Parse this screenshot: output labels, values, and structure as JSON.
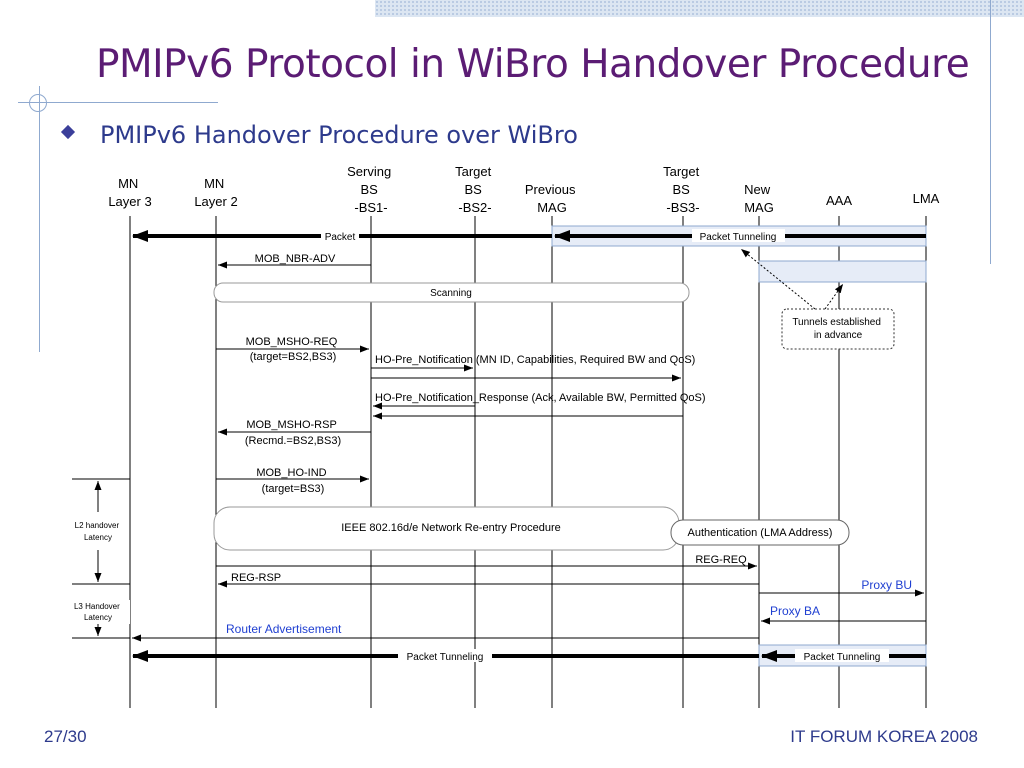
{
  "slide": {
    "title": "PMIPv6 Protocol in WiBro Handover Procedure",
    "subtitle": "PMIPv6 Handover Procedure over WiBro",
    "page_number": "27/30",
    "footer": "IT FORUM KOREA 2008"
  },
  "colors": {
    "title": "#5b1c74",
    "subtitle": "#2d3a8c",
    "blue_label": "#1f3fd1",
    "tunnel_fill": "#e6ecf7"
  },
  "entities": [
    {
      "id": "mn-l3",
      "lines": [
        "MN",
        "Layer 3"
      ]
    },
    {
      "id": "mn-l2",
      "lines": [
        "MN",
        "Layer 2"
      ]
    },
    {
      "id": "serving-bs",
      "lines": [
        "Serving",
        "BS",
        "-BS1-"
      ]
    },
    {
      "id": "target-bs2",
      "lines": [
        "Target",
        "BS",
        "-BS2-"
      ]
    },
    {
      "id": "previous-mag",
      "lines": [
        "Previous",
        "MAG"
      ]
    },
    {
      "id": "target-bs3",
      "lines": [
        "Target",
        "BS",
        "-BS3-"
      ]
    },
    {
      "id": "new-mag",
      "lines": [
        "New",
        "MAG"
      ]
    },
    {
      "id": "aaa",
      "lines": [
        "AAA"
      ]
    },
    {
      "id": "lma",
      "lines": [
        "LMA"
      ]
    }
  ],
  "messages": {
    "packet": "Packet",
    "packet_tunneling_top": "Packet Tunneling",
    "mob_nbr_adv": "MOB_NBR-ADV",
    "scanning": "Scanning",
    "tunnels_note": [
      "Tunnels established",
      "in advance"
    ],
    "mob_msho_req": [
      "MOB_MSHO-REQ",
      "(target=BS2,BS3)"
    ],
    "ho_pre_notification": "HO-Pre_Notification (MN ID, Capabilities, Required BW and QoS)",
    "ho_pre_notification_response": "HO-Pre_Notification_Response (Ack, Available BW, Permitted QoS)",
    "mob_msho_rsp": [
      "MOB_MSHO-RSP",
      "(Recmd.=BS2,BS3)"
    ],
    "mob_ho_ind": [
      "MOB_HO-IND",
      "(target=BS3)"
    ],
    "l2_latency": [
      "L2 handover",
      "Latency"
    ],
    "network_reentry": "IEEE 802.16d/e Network Re-entry Procedure",
    "authentication": "Authentication (LMA Address)",
    "reg_req": "REG-REQ",
    "reg_rsp": "REG-RSP",
    "proxy_bu": "Proxy BU",
    "l3_latency": [
      "L3 Handover",
      "Latency"
    ],
    "proxy_ba": "Proxy BA",
    "router_advertisement": "Router Advertisement",
    "packet_tunneling_left": "Packet Tunneling",
    "packet_tunneling_right": "Packet Tunneling"
  }
}
